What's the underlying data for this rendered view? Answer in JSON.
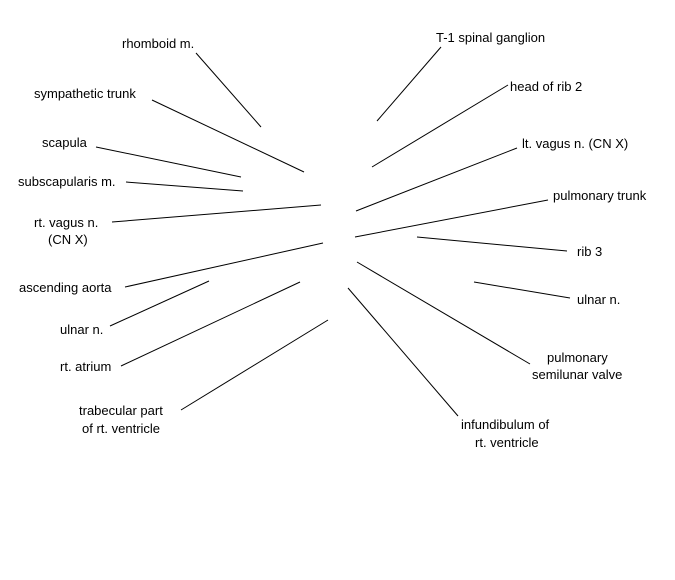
{
  "labels": {
    "rhomboid": "rhomboid m.",
    "sympathetic_trunk": "sympathetic trunk",
    "scapula": "scapula",
    "subscapularis": "subscapularis m.",
    "rt_vagus_1": "rt. vagus n.",
    "rt_vagus_2": "(CN X)",
    "ascending_aorta": "ascending aorta",
    "ulnar_left": "ulnar n.",
    "rt_atrium": "rt. atrium",
    "trabecular_1": "trabecular part",
    "trabecular_2": "of rt. ventricle",
    "t1_ganglion": "T-1 spinal ganglion",
    "head_rib2": "head of rib 2",
    "lt_vagus": "lt. vagus n. (CN X)",
    "pulmonary_trunk": "pulmonary trunk",
    "rib3": "rib 3",
    "ulnar_right": "ulnar n.",
    "pulm_valve_1": "pulmonary",
    "pulm_valve_2": "semilunar valve",
    "infundibulum_1": "infundibulum of",
    "infundibulum_2": "rt. ventricle"
  }
}
